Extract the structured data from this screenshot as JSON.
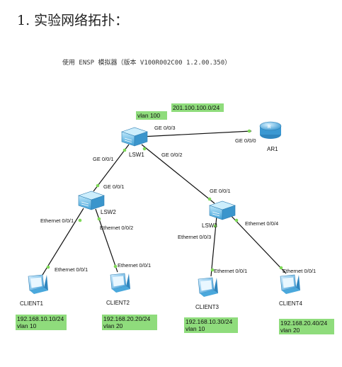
{
  "heading": "1. 实验网络拓扑：",
  "subheading": "使用 ENSP 模拟器（版本 V100R002C00 1.2.00.350）",
  "devices": {
    "lsw1": "LSW1",
    "lsw2": "LSW2",
    "lsw3": "LSW3",
    "ar1": "AR1",
    "client1": "CLIENT1",
    "client2": "CLIENT2",
    "client3": "CLIENT3",
    "client4": "CLIENT4"
  },
  "ports": {
    "lsw1_ge003": "GE 0/0/3",
    "ar1_ge000": "GE 0/0/0",
    "lsw1_ge001": "GE 0/0/1",
    "lsw1_ge002": "GE 0/0/2",
    "lsw2_ge001": "GE 0/0/1",
    "lsw3_ge001": "GE 0/0/1",
    "lsw2_eth001": "Ethernet 0/0/1",
    "lsw2_eth002": "Ethernet 0/0/2",
    "lsw3_eth003": "Ethernet 0/0/3",
    "lsw3_eth004": "Ethernet 0/0/4",
    "client1_eth": "Ethernet 0/0/1",
    "client2_eth": "Ethernet 0/0/1",
    "client3_eth": "Ethernet 0/0/1",
    "client4_eth": "Ethernet 0/0/1"
  },
  "info": {
    "ar_net": "201.100.100.0/24",
    "lsw1_vlan": "vlan 100",
    "client1_ip": "192.168.10.10/24",
    "client1_vlan": "vlan 10",
    "client2_ip": "192.168.20.20/24",
    "client2_vlan": "vlan 20",
    "client3_ip": "192.168.10.30/24",
    "client3_vlan": "vlan 10",
    "client4_ip": "192.168.20.40/24",
    "client4_vlan": "vlan 20"
  },
  "colors": {
    "label_box": "#8fdc7c",
    "link_dot": "#7ed957",
    "switch": "#4fb0e0",
    "router": "#4fb0e0"
  }
}
